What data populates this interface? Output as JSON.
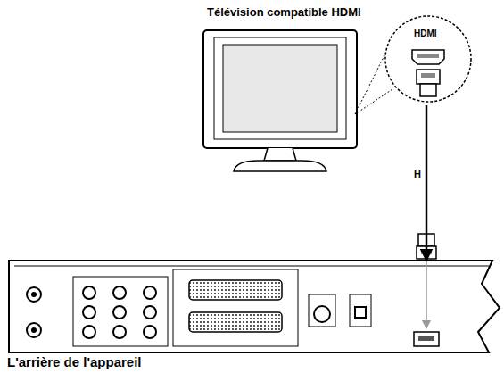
{
  "diagram": {
    "nodes": [
      {
        "text": [
          "Télévision compatible HDMI"
        ]
      },
      {
        "text": [
          "L'arrière de l'appareil"
        ]
      }
    ],
    "edges": [
      {
        "from": 0,
        "to": 1,
        "arrow": "to",
        "label": "H"
      }
    ],
    "labels": [
      "HDMI"
    ]
  }
}
